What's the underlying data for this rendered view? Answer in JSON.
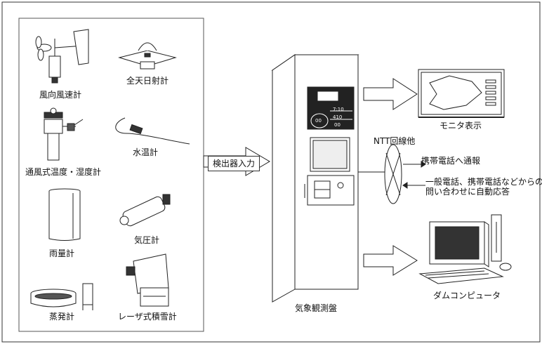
{
  "sensors": [
    {
      "id": "wind",
      "label": "風向風速計"
    },
    {
      "id": "solar",
      "label": "全天日射計"
    },
    {
      "id": "thermo",
      "label": "通風式温度・湿度計"
    },
    {
      "id": "water_temp",
      "label": "水温計"
    },
    {
      "id": "rain",
      "label": "雨量計"
    },
    {
      "id": "pressure",
      "label": "気圧計"
    },
    {
      "id": "evap",
      "label": "蒸発計"
    },
    {
      "id": "snow",
      "label": "レーザ式積雪計"
    }
  ],
  "input_label": "検出器入力",
  "observation_panel": {
    "label": "気象観測盤"
  },
  "monitor": {
    "label": "モニタ表示"
  },
  "telecom": {
    "carrier": "NTT回線他",
    "outgoing": "携帯電話へ通報",
    "incoming_line1": "一般電話、携帯電話などからの",
    "incoming_line2": "問い合わせに自動応答"
  },
  "computer": {
    "label": "ダムコンピュータ"
  },
  "panel_display": {
    "line1": "7:10",
    "line2": "410",
    "line3": "00",
    "dial": "00"
  }
}
